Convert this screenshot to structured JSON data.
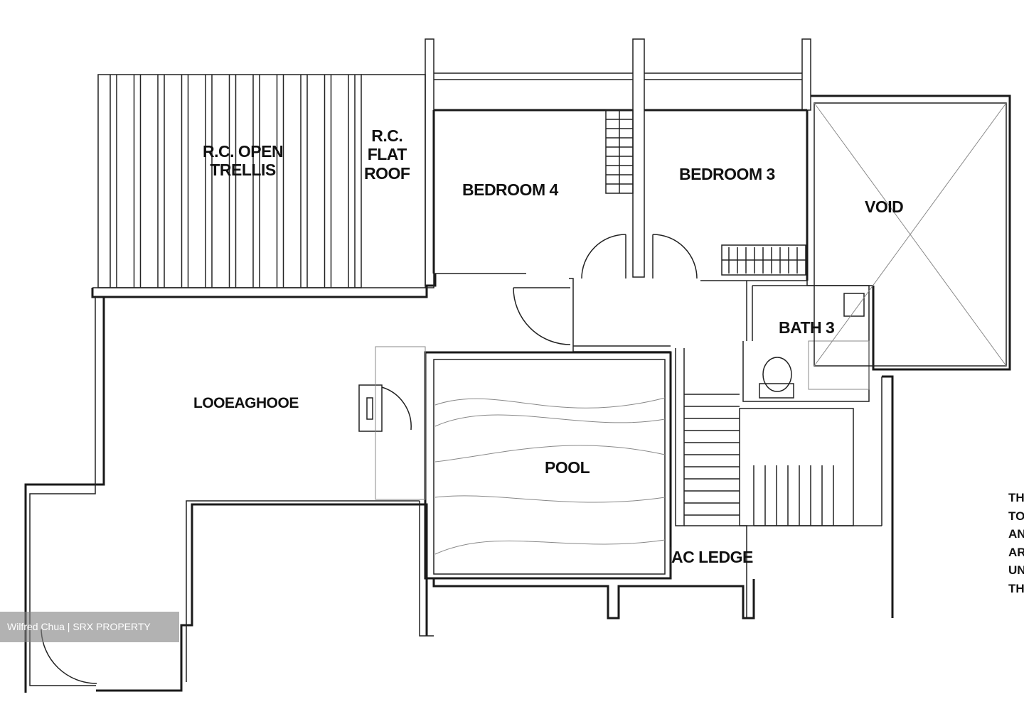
{
  "rooms": {
    "trellis": "R.C. OPEN\nTRELLIS",
    "flat_roof": "R.C.\nFLAT\nROOF",
    "bedroom4": "BEDROOM 4",
    "bedroom3": "BEDROOM 3",
    "void": "VOID",
    "bath3": "BATH 3",
    "family": "LOOEAGHOOE",
    "pool": "POOL",
    "ac_ledge": "AC LEDGE"
  },
  "note": {
    "lines": [
      "TH",
      "TO",
      "AN",
      "AR",
      "UN",
      "TH"
    ]
  },
  "watermark": "Wilfred Chua | SRX PROPERTY"
}
